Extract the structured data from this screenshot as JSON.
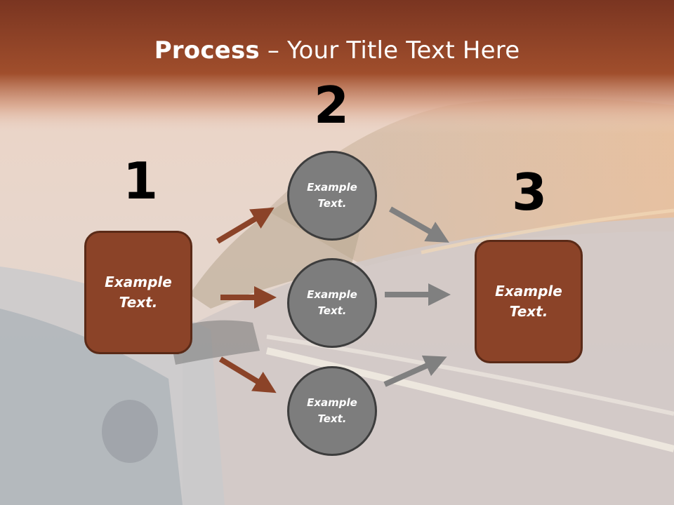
{
  "title": {
    "bold": "Process",
    "rest": " – Your Title Text Here"
  },
  "steps": {
    "one": "1",
    "two": "2",
    "three": "3"
  },
  "nodes": {
    "start": "Example Text.",
    "mid_top": "Example Text.",
    "mid_middle": "Example Text.",
    "mid_bottom": "Example Text.",
    "end": "Example Text."
  },
  "colors": {
    "header": "#8e3f22",
    "box_fill": "#8b4328",
    "circle_fill": "#7d7d7d",
    "arrow_brown": "#8b4328",
    "arrow_gray": "#808080"
  }
}
